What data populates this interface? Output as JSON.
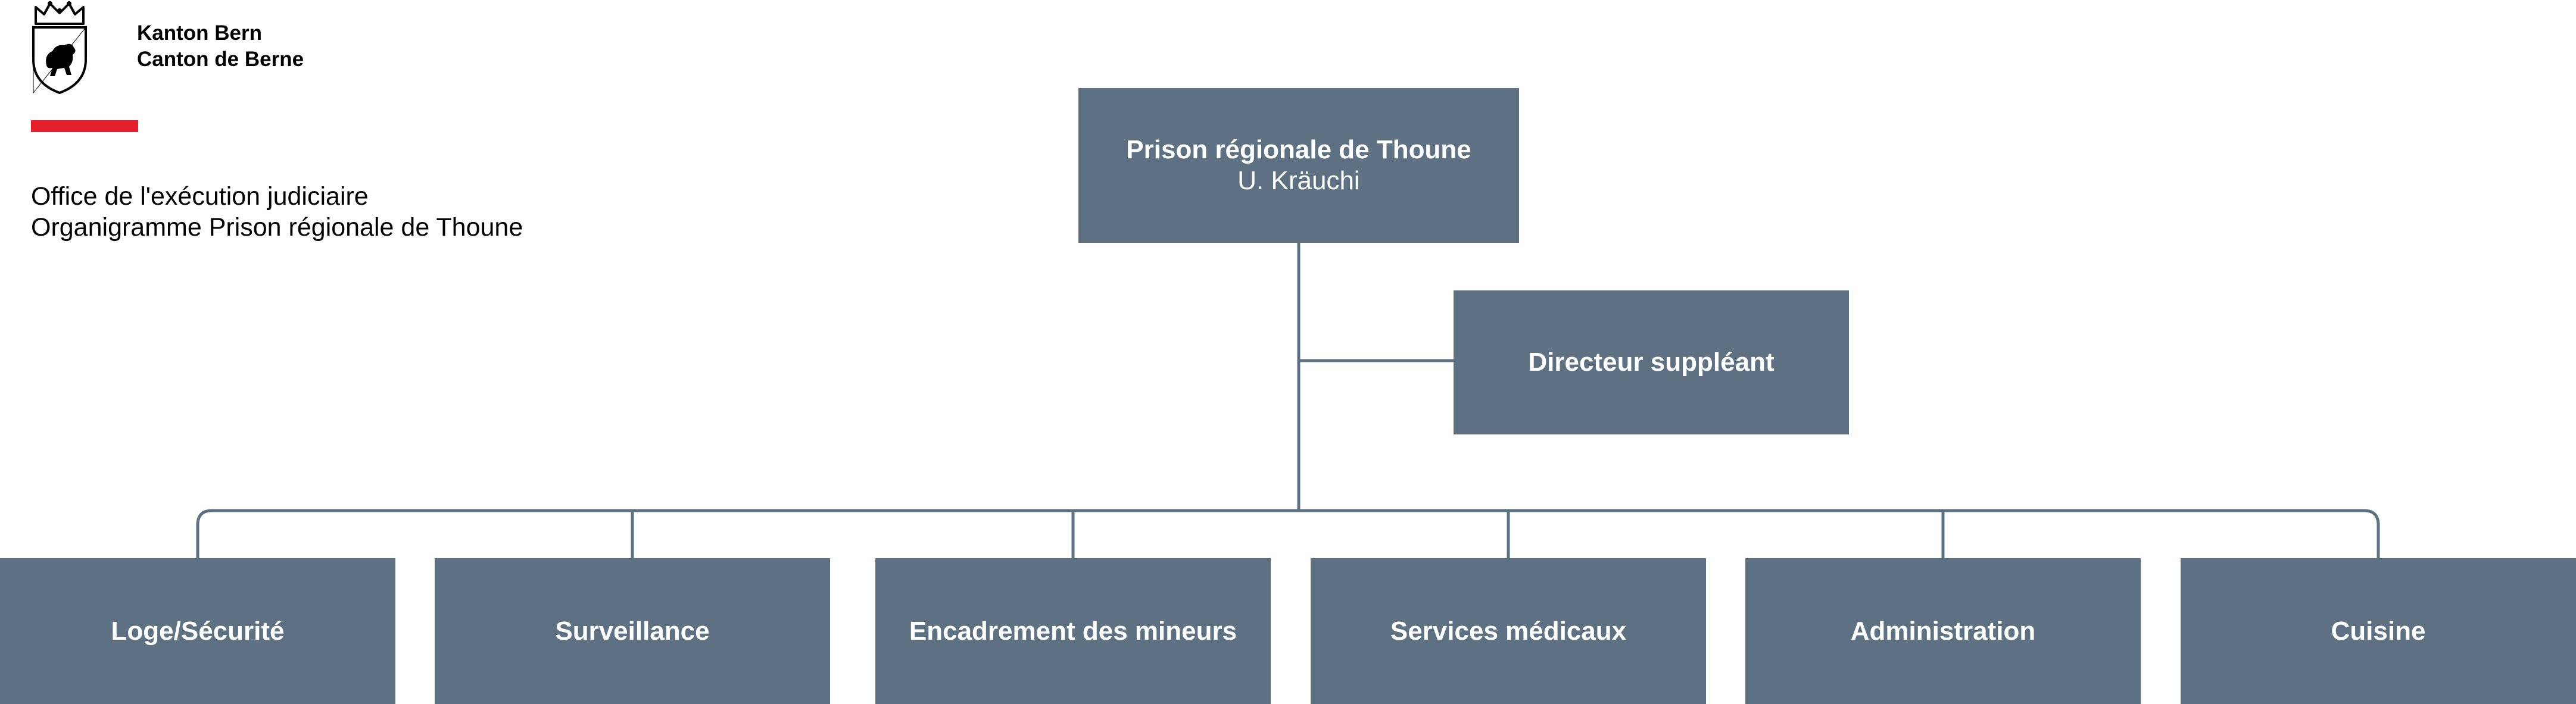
{
  "header": {
    "canton_de": "Kanton Bern",
    "canton_fr": "Canton de Berne",
    "logo_icon": "bern-coat-of-arms-icon",
    "accent_color": "#e3202a"
  },
  "title": {
    "office": "Office de l'exécution judiciaire",
    "chart_title": "Organigramme Prison régionale de Thoune"
  },
  "colors": {
    "box_fill": "#5d7182",
    "box_text": "#ffffff",
    "connector": "#5d7182"
  },
  "org": {
    "director": {
      "title": "Prison régionale de Thoune",
      "name": "U. Kräuchi"
    },
    "deputy": {
      "title": "Directeur suppléant"
    },
    "units": [
      {
        "label": "Loge/Sécurité"
      },
      {
        "label": "Surveillance"
      },
      {
        "label": "Encadrement des mineurs"
      },
      {
        "label": "Services médicaux"
      },
      {
        "label": "Administration"
      },
      {
        "label": "Cuisine"
      }
    ]
  }
}
